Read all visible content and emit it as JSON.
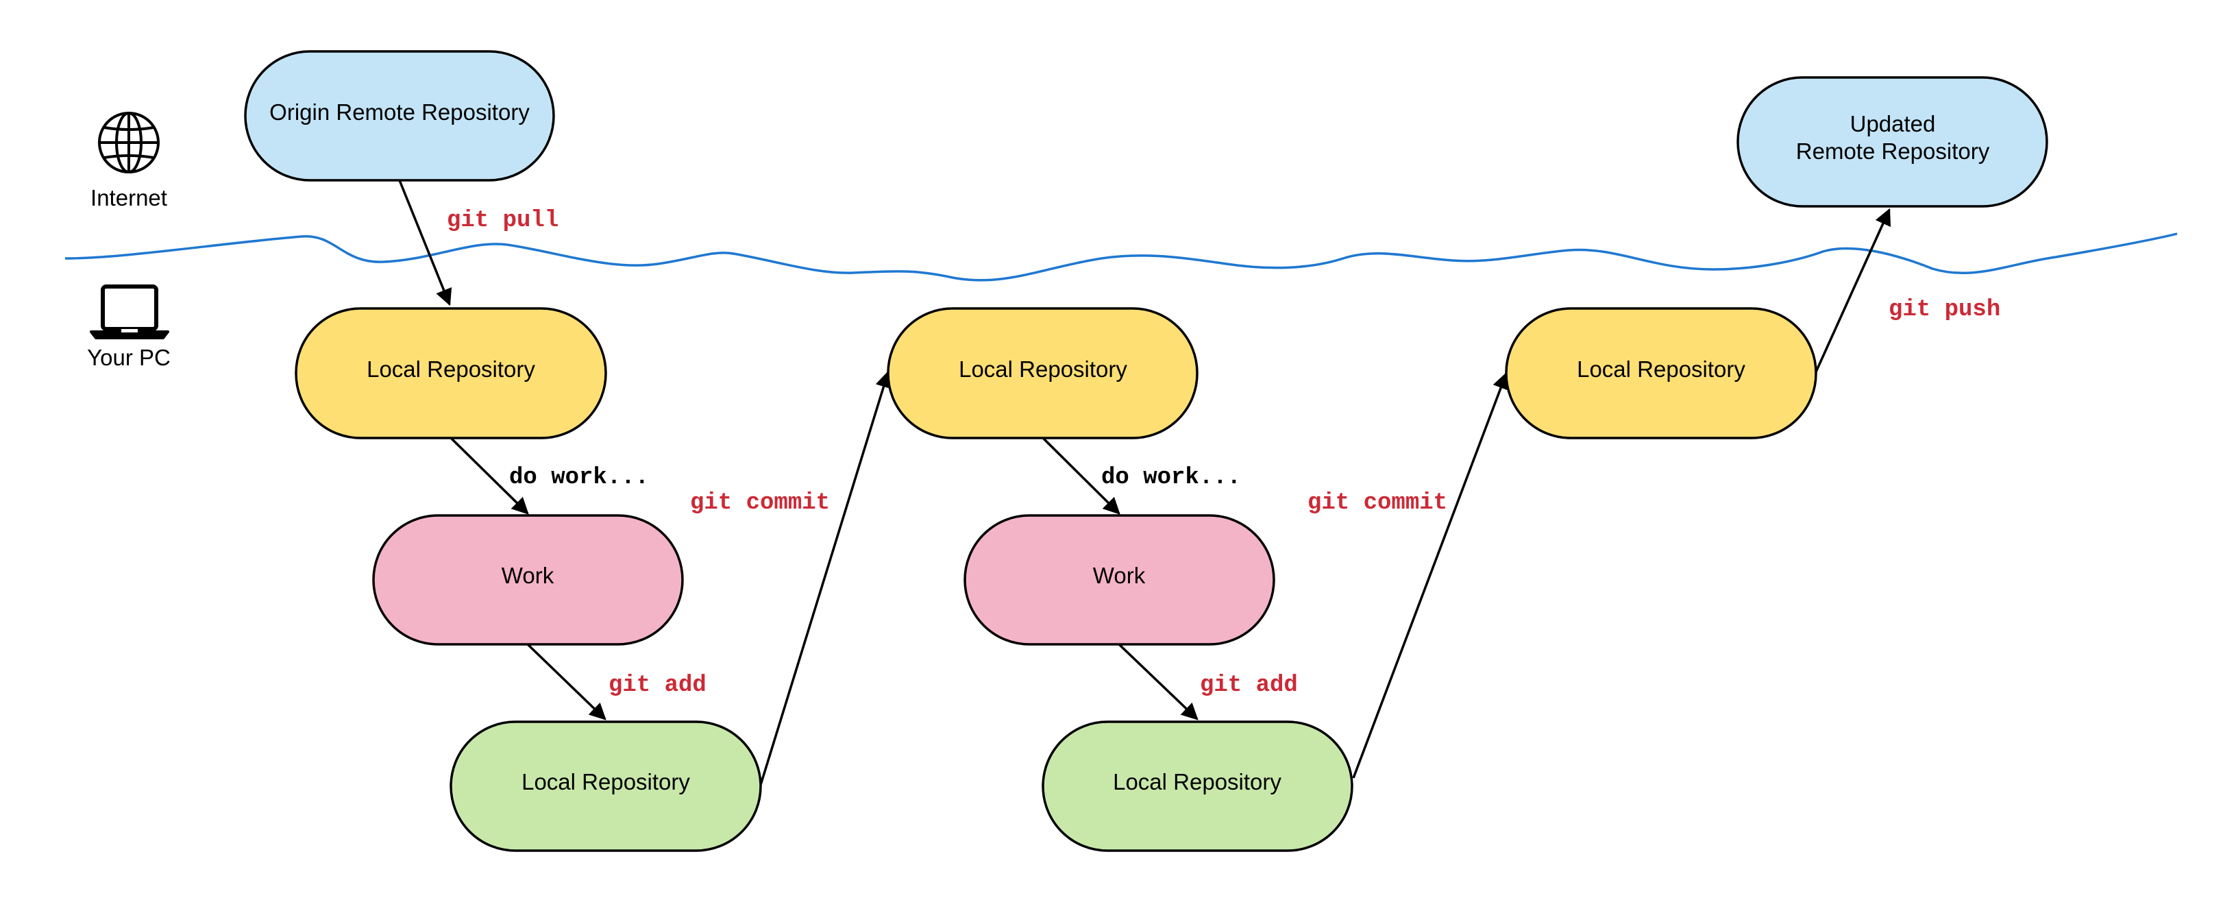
{
  "zones": {
    "internet_label": "Internet",
    "pc_label": "Your PC",
    "boundary_color": "#1f78d1"
  },
  "colors": {
    "remote": "#c3e4f6",
    "local_yellow": "#fedf74",
    "work_pink": "#f4b4c7",
    "local_green": "#c8e8aa",
    "command": "#cc2a36"
  },
  "nodes": {
    "origin": {
      "label": "Origin Remote Repository"
    },
    "local1": {
      "label": "Local Repository"
    },
    "work1": {
      "label": "Work"
    },
    "staged1": {
      "label": "Local Repository"
    },
    "local2": {
      "label": "Local Repository"
    },
    "work2": {
      "label": "Work"
    },
    "staged2": {
      "label": "Local Repository"
    },
    "local3": {
      "label": "Local Repository"
    },
    "updated": {
      "label_line1": "Updated",
      "label_line2": "Remote Repository"
    }
  },
  "edges": {
    "pull": "git pull",
    "work1": "do work...",
    "add1": "git add",
    "commit1": "git commit",
    "work2": "do work...",
    "add2": "git add",
    "commit2": "git commit",
    "push": "git push"
  },
  "icons": {
    "internet": "globe-icon",
    "pc": "laptop-icon"
  }
}
